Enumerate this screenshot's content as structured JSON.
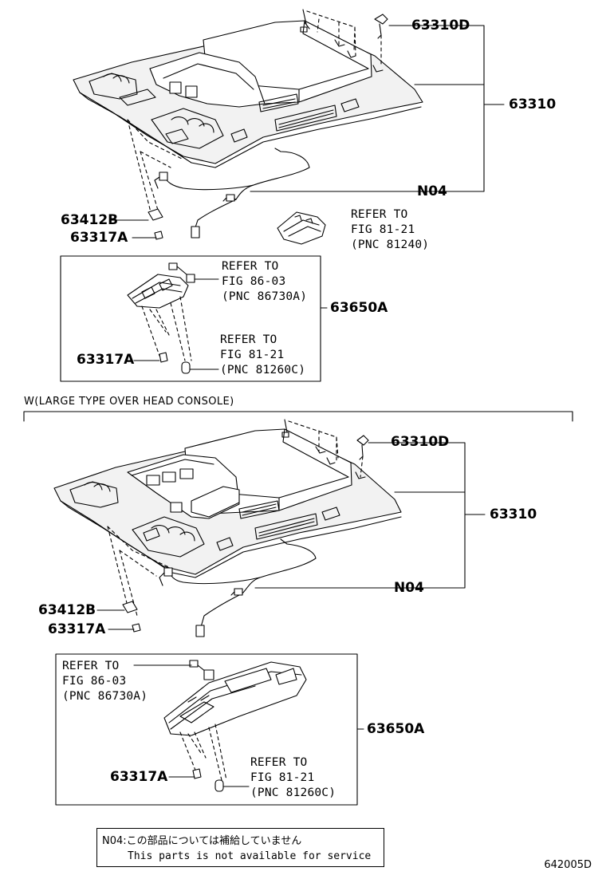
{
  "diagram": {
    "figure_code": "642005D",
    "section_title": "W(LARGE TYPE OVER HEAD CONSOLE)",
    "note": {
      "line1": "N04:この部品については補給していません",
      "line2": "This parts is not available for service"
    },
    "standard": {
      "labels": {
        "clip": "63310D",
        "headliner": "63310",
        "n04": "N04",
        "bracket": "63412B",
        "screw": "63317A",
        "console": "63650A",
        "screw_inset": "63317A"
      },
      "refs": {
        "map_lamp": [
          "REFER TO",
          "FIG 81-21",
          "(PNC 81240)"
        ],
        "switch": [
          "REFER TO",
          "FIG 86-03",
          "(PNC 86730A)"
        ],
        "bulb": [
          "REFER TO",
          "FIG 81-21",
          "(PNC 81260C)"
        ]
      }
    },
    "large": {
      "labels": {
        "clip": "63310D",
        "headliner": "63310",
        "n04": "N04",
        "bracket": "63412B",
        "screw": "63317A",
        "console": "63650A",
        "screw_inset": "63317A"
      },
      "refs": {
        "switch": [
          "REFER TO",
          "FIG 86-03",
          "(PNC 86730A)"
        ],
        "bulb": [
          "REFER TO",
          "FIG 81-21",
          "(PNC 81260C)"
        ]
      }
    }
  }
}
